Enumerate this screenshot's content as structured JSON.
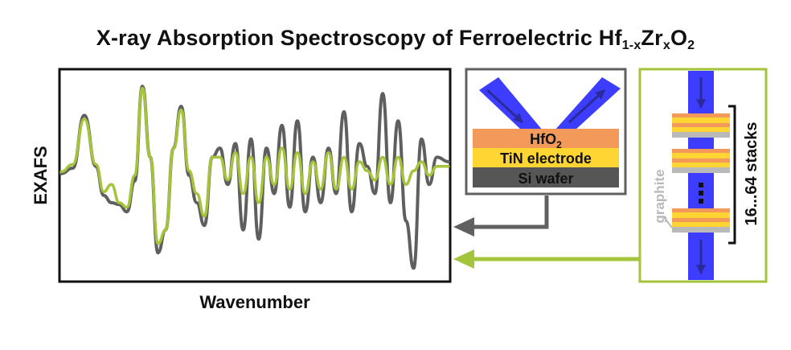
{
  "figure": {
    "title": {
      "main": "X-ray Absorption Spectroscopy of Ferroelectric Hf",
      "sub1": "1-x",
      "mid1": "Zr",
      "sub2": "x",
      "mid2": "O",
      "sub3": "2"
    },
    "plot": {
      "ylabel": "EXAFS",
      "xlabel": "Wavenumber"
    },
    "thin_film_panel": {
      "layers": [
        {
          "label": "HfO",
          "sub": "2",
          "color": "#f39a5a"
        },
        {
          "label": "TiN electrode",
          "sub": "",
          "color": "#ffd533"
        },
        {
          "label": "Si wafer",
          "sub": "",
          "color": "#565656"
        }
      ]
    },
    "powder_panel": {
      "graphite_label": "graphite",
      "stacks_label": "16...64 stacks"
    },
    "colors": {
      "thin_film_curve": "#5f5f5f",
      "powder_curve": "#a3c43b",
      "xray_beam": "#3d3dff",
      "beam_arrow": "#2a2a9a",
      "frame_black": "#111111",
      "frame_gray": "#606060",
      "frame_green": "#a3c43b",
      "graphite": "#b9b9b9"
    }
  },
  "chart_data": {
    "type": "line",
    "title": "",
    "xlabel": "Wavenumber",
    "ylabel": "EXAFS",
    "xlim": [
      0,
      1
    ],
    "ylim": [
      -1.15,
      1.15
    ],
    "grid": false,
    "legend": "none",
    "series": [
      {
        "x": [
          0.0,
          0.03,
          0.06,
          0.09,
          0.11,
          0.13,
          0.15,
          0.17,
          0.19,
          0.21,
          0.23,
          0.25,
          0.27,
          0.29,
          0.31,
          0.33,
          0.35,
          0.37,
          0.39,
          0.41,
          0.43,
          0.45,
          0.47,
          0.49,
          0.51,
          0.53,
          0.55,
          0.57,
          0.59,
          0.61,
          0.63,
          0.65,
          0.67,
          0.69,
          0.71,
          0.73,
          0.75,
          0.77,
          0.79,
          0.81,
          0.83,
          0.85,
          0.87,
          0.89,
          0.91,
          0.93,
          0.95,
          0.97,
          1.0
        ],
        "y": [
          0.02,
          0.08,
          0.66,
          0.1,
          -0.22,
          -0.3,
          -0.32,
          -0.4,
          -0.06,
          0.98,
          0.2,
          -0.85,
          -0.6,
          0.3,
          0.76,
          0.0,
          -0.3,
          -0.55,
          0.2,
          0.3,
          -0.1,
          0.35,
          -0.6,
          0.4,
          -0.7,
          0.3,
          -0.2,
          0.55,
          -0.35,
          0.6,
          -0.4,
          0.2,
          -0.3,
          0.3,
          -0.2,
          0.7,
          -0.4,
          0.35,
          0.1,
          -0.2,
          0.9,
          -0.3,
          0.6,
          -0.5,
          -1.02,
          0.4,
          -0.1,
          0.2,
          0.15
        ]
      },
      {
        "x": [
          0.0,
          0.03,
          0.06,
          0.09,
          0.11,
          0.13,
          0.15,
          0.17,
          0.19,
          0.21,
          0.23,
          0.25,
          0.27,
          0.29,
          0.31,
          0.33,
          0.35,
          0.37,
          0.39,
          0.41,
          0.43,
          0.45,
          0.47,
          0.49,
          0.51,
          0.53,
          0.55,
          0.57,
          0.59,
          0.61,
          0.63,
          0.65,
          0.67,
          0.69,
          0.71,
          0.73,
          0.75,
          0.77,
          0.79,
          0.81,
          0.83,
          0.85,
          0.87,
          0.89,
          0.91,
          0.93,
          0.95,
          0.97,
          1.0
        ],
        "y": [
          0.04,
          0.12,
          0.62,
          0.12,
          -0.18,
          -0.1,
          -0.3,
          -0.35,
          0.0,
          0.96,
          0.2,
          -0.75,
          -0.6,
          0.3,
          0.72,
          0.05,
          -0.2,
          -0.45,
          0.2,
          0.2,
          -0.05,
          0.25,
          -0.2,
          0.2,
          -0.3,
          0.2,
          -0.1,
          0.3,
          -0.15,
          0.25,
          -0.2,
          0.15,
          -0.15,
          0.25,
          -0.15,
          0.2,
          -0.15,
          0.15,
          0.05,
          -0.05,
          0.2,
          -0.1,
          0.2,
          -0.1,
          0.05,
          0.15,
          0.0,
          0.1,
          0.1
        ]
      }
    ]
  }
}
